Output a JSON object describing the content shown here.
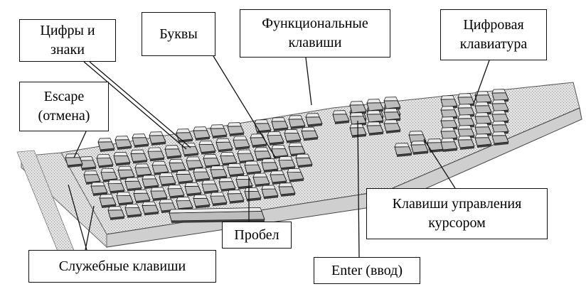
{
  "labels": {
    "digits": [
      "Цифры и",
      "знаки"
    ],
    "letters": [
      "Буквы"
    ],
    "function_keys": [
      "Функциональные",
      "клавиши"
    ],
    "numpad": [
      "Цифровая",
      "клавиатура"
    ],
    "escape": [
      "Escape",
      "(отмена)"
    ],
    "cursor_keys": [
      "Клавиши управления",
      "курсором"
    ],
    "space": [
      "Пробел"
    ],
    "enter": [
      "Enter (ввод)"
    ],
    "service_keys": [
      "Служебные клавиши"
    ]
  },
  "colors": {
    "ink": "#111111",
    "key_face": "#bdbdbd",
    "key_top": "#ececec",
    "key_dark": "#3c3c3c",
    "board": "#d4d4d4"
  }
}
